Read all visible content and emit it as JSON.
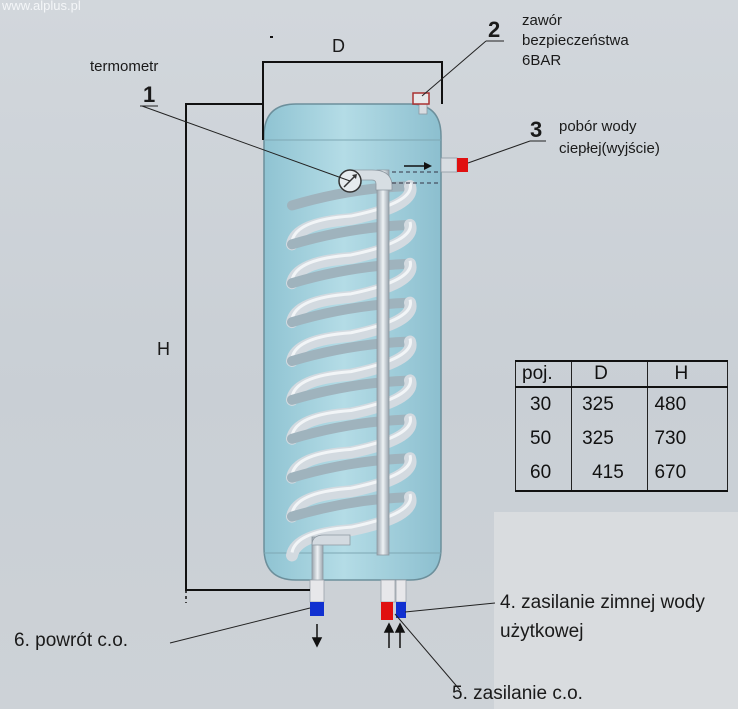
{
  "watermark": "www.alplus.pl",
  "dimensions": {
    "width_label": "D",
    "height_label": "H"
  },
  "callouts": [
    {
      "num": "1",
      "text": [
        "termometr"
      ]
    },
    {
      "num": "2",
      "text": [
        "zawór",
        "bezpieczeństwa",
        "6BAR"
      ]
    },
    {
      "num": "3",
      "text": [
        "pobór wody",
        "ciepłej(wyjście)"
      ]
    }
  ],
  "connections": {
    "item4": [
      "4. zasilanie zimnej wody",
      "użytkowej"
    ],
    "item5": "5. zasilanie c.o.",
    "item6": "6. powrót c.o."
  },
  "spec_table": {
    "headers": [
      "poj.",
      "D",
      "H"
    ],
    "rows": [
      [
        "30",
        "325",
        "480"
      ],
      [
        "50",
        "325",
        "730"
      ],
      [
        "60",
        "415",
        "670"
      ]
    ]
  },
  "colors": {
    "tank_fill": "#a9d3de",
    "coil": "#d3dae0",
    "hot_pipe": "#e01010",
    "cold_pipe": "#1030d0"
  }
}
